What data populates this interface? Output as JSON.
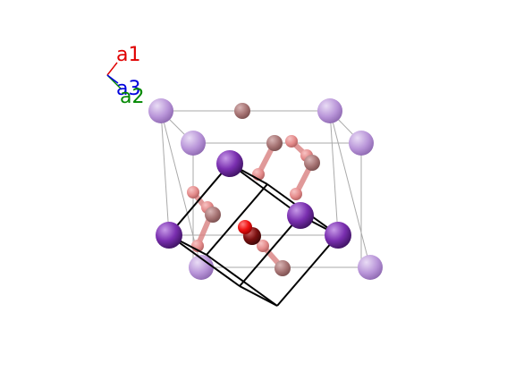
{
  "axes": {
    "a1": {
      "label": "a1",
      "color": "#e00000"
    },
    "a2": {
      "label": "a2",
      "color": "#008800"
    },
    "a3": {
      "label": "a3",
      "color": "#0000dd"
    }
  },
  "colors": {
    "cell_edge": "#aaaaaa",
    "box_edge": "#000000",
    "atom_purple": "#7a2fb0",
    "atom_purple_faded": "#b894d8",
    "atom_oxygen": "#ee1111",
    "atom_oxygen_dark": "#7a1010",
    "bond": "#d98080"
  }
}
